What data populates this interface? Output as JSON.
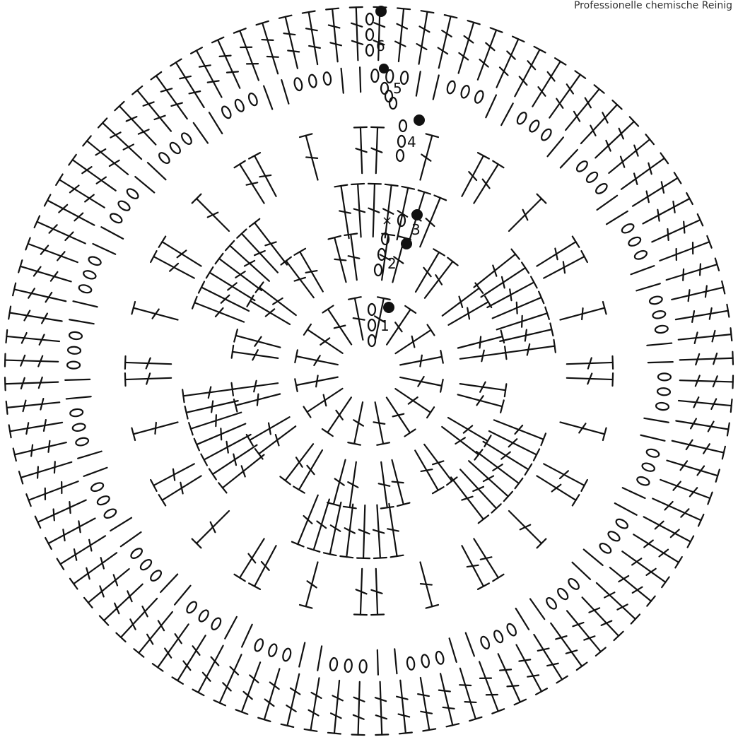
{
  "header": {
    "caption": "Professionelle chemische Reinig"
  },
  "diagram": {
    "row_labels": [
      "1",
      "2",
      "3",
      "4",
      "5",
      "6"
    ],
    "symbols": [
      "chain-stitch",
      "slip-stitch-dot",
      "single-crochet-x",
      "double-crochet",
      "treble-crochet",
      "turning-loop"
    ]
  }
}
